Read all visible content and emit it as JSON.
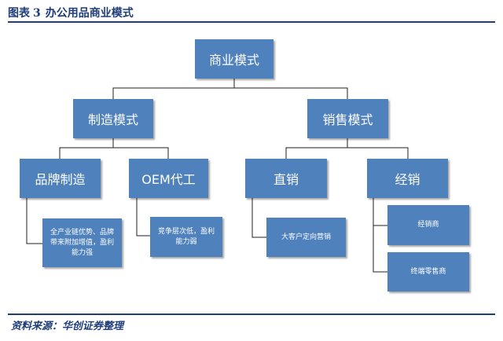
{
  "figure": {
    "label": "图表",
    "number": "3",
    "title": "办公用品商业模式",
    "source": "资料来源：华创证券整理"
  },
  "diagram": {
    "root": "商业模式",
    "branches": [
      {
        "label": "制造模式",
        "children": [
          {
            "label": "品牌制造",
            "detail": [
              "全产业链优势、品牌带来附加增值，盈利能力强"
            ]
          },
          {
            "label": "OEM代工",
            "detail": [
              "竞争层次低，盈利能力弱"
            ]
          }
        ]
      },
      {
        "label": "销售模式",
        "children": [
          {
            "label": "直销",
            "detail": [
              "大客户定向营销"
            ]
          },
          {
            "label": "经销",
            "detail": [
              "经销商",
              "终端零售商"
            ]
          }
        ]
      }
    ],
    "colors": {
      "box": "#4f81bd",
      "text": "#ffffff",
      "connector": "#1f1f1f",
      "accent": "#1f3d7a"
    }
  }
}
